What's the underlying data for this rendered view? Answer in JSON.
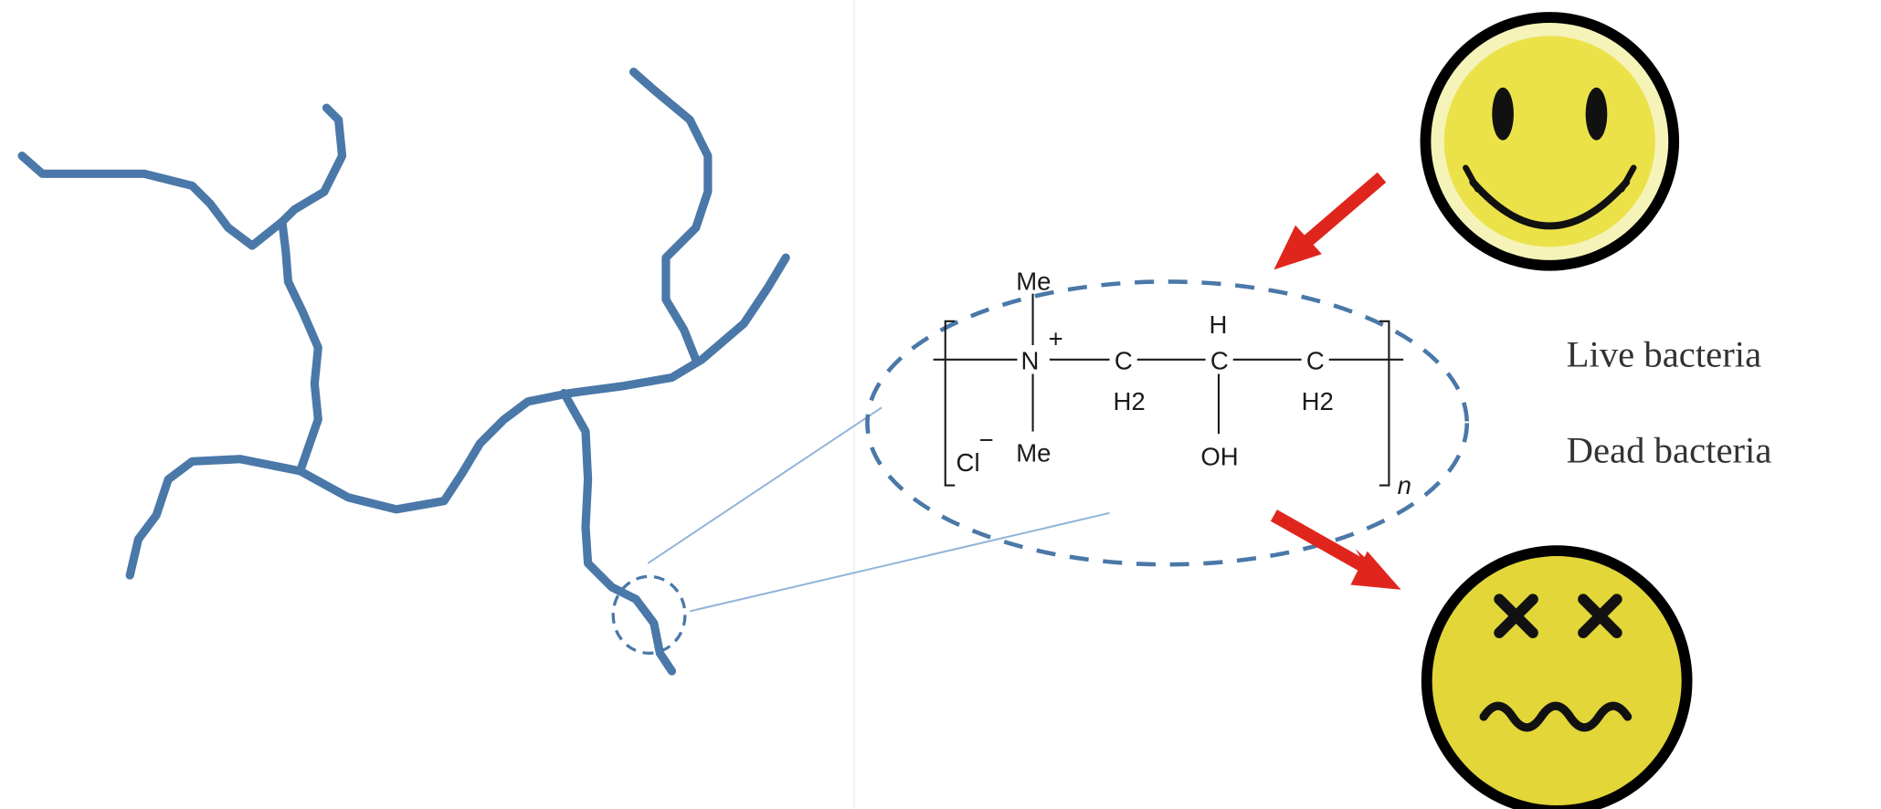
{
  "chemical": {
    "me_top": "Me",
    "me_bottom": "Me",
    "nitrogen": "N",
    "charge_plus": "+",
    "chloride": "Cl",
    "charge_minus": "−",
    "c1": "C",
    "c1_h": "H2",
    "c2": "C",
    "c2_h": "H",
    "c2_oh": "OH",
    "c3": "C",
    "c3_h": "H2",
    "repeat": "n"
  },
  "labels": {
    "live": "Live bacteria",
    "dead": "Dead bacteria"
  },
  "colors": {
    "polymer": "#4a78a8",
    "arrow": "#e0261c",
    "face": "#ebe24a"
  }
}
